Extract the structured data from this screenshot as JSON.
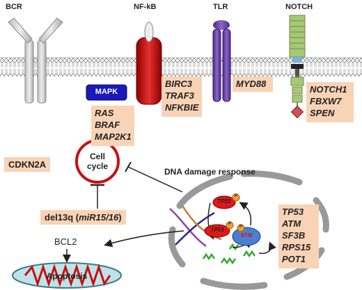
{
  "receptors": {
    "bcr": "BCR",
    "nfkb": "NF-kB",
    "tlr": "TLR",
    "notch": "NOTCH"
  },
  "mapk_label": "MAPK",
  "gene_boxes": {
    "mapk_genes": [
      "RAS",
      "BRAF",
      "MAP2K1"
    ],
    "nfkb_genes": [
      "BIRC3",
      "TRAF3",
      "NFKBIE"
    ],
    "tlr_genes": [
      "MYD88"
    ],
    "notch_genes": [
      "NOTCH1",
      "FBXW7",
      "SPEN"
    ],
    "ddr_genes": [
      "TP53",
      "ATM",
      "SF3B",
      "RPS15",
      "POT1"
    ]
  },
  "cell_cycle": {
    "line1": "Cell",
    "line2": "cycle"
  },
  "cdkn2a": "CDKN2A",
  "del13q": {
    "prefix": "del13q (",
    "mir": "miR15/16",
    "suffix": ")"
  },
  "bcl2": "BCL2",
  "apoptosis": "Apoptosis",
  "ddr_title": "DNA damage response",
  "nucleus": {
    "tp53_top": "TP53",
    "tp53_mid": "TP53",
    "atm": "ATM",
    "p": "P"
  },
  "colors": {
    "gene_box": "#f9d3b6",
    "nfkb_red": "#cc1010",
    "tlr_purple": "#6a3fa0",
    "mapk_blue": "#1a1ab8",
    "atm_blue": "#4a7fd0",
    "notch_green": "#a8c878"
  }
}
